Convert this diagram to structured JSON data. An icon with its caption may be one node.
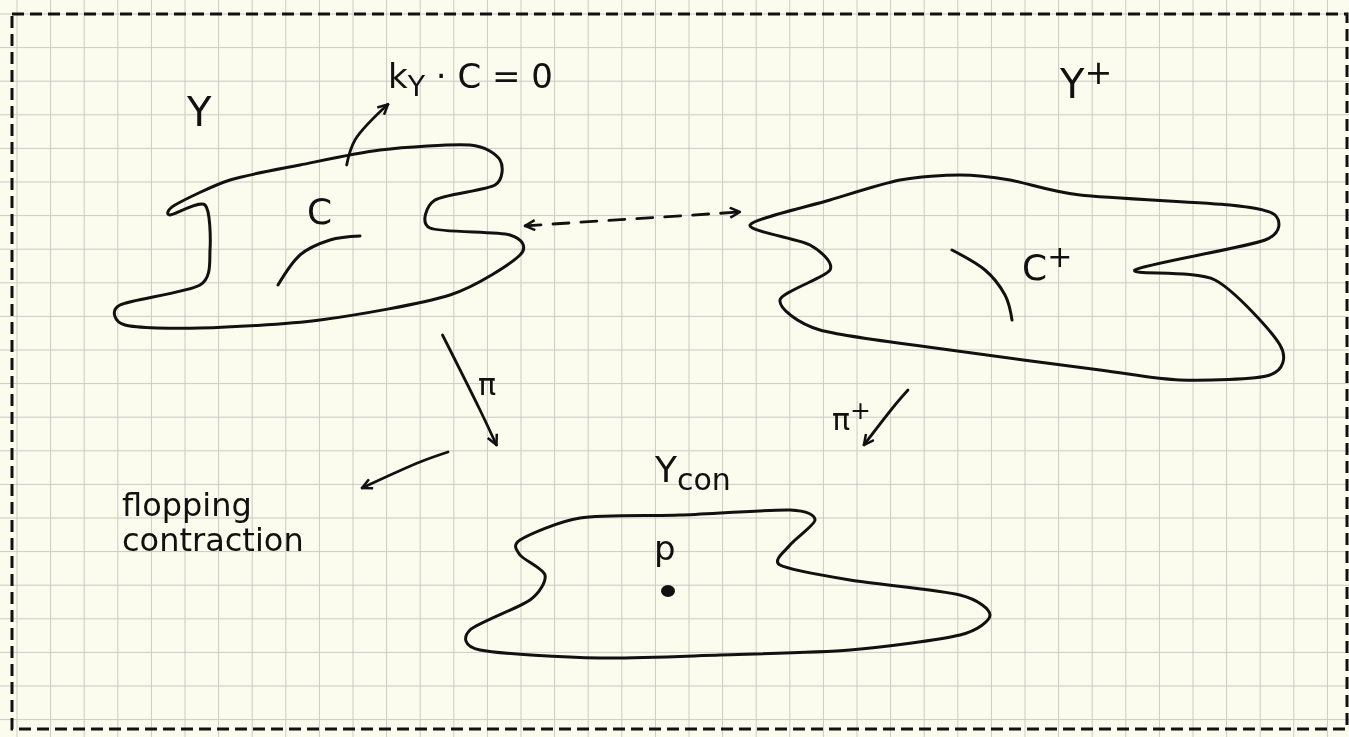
{
  "diagram": {
    "nodes": [
      {
        "text": [
          "Y"
        ]
      },
      {
        "text": [
          "C"
        ],
        "in": 0
      },
      {
        "text": [
          "k$_{Y}$ · C = 0"
        ]
      },
      {
        "text": [
          "Y$^{+}$"
        ]
      },
      {
        "text": [
          "C$^{+}$"
        ],
        "in": 3
      },
      {
        "text": [
          "Y$_{con}$"
        ]
      },
      {
        "text": [
          "p"
        ],
        "in": 5
      },
      {
        "text": [
          "flopping contraction"
        ]
      }
    ],
    "edges": [
      {
        "from": 1,
        "to": 2,
        "arrow": "to"
      },
      {
        "from": 0,
        "to": 3,
        "arrow": "both",
        "style": "dashed"
      },
      {
        "from": 0,
        "to": 5,
        "arrow": "to",
        "label": "π"
      },
      {
        "from": 3,
        "to": 5,
        "arrow": "to",
        "label": "π$^{+}$"
      },
      {
        "from": null,
        "to": 7,
        "arrow": "to"
      }
    ]
  }
}
